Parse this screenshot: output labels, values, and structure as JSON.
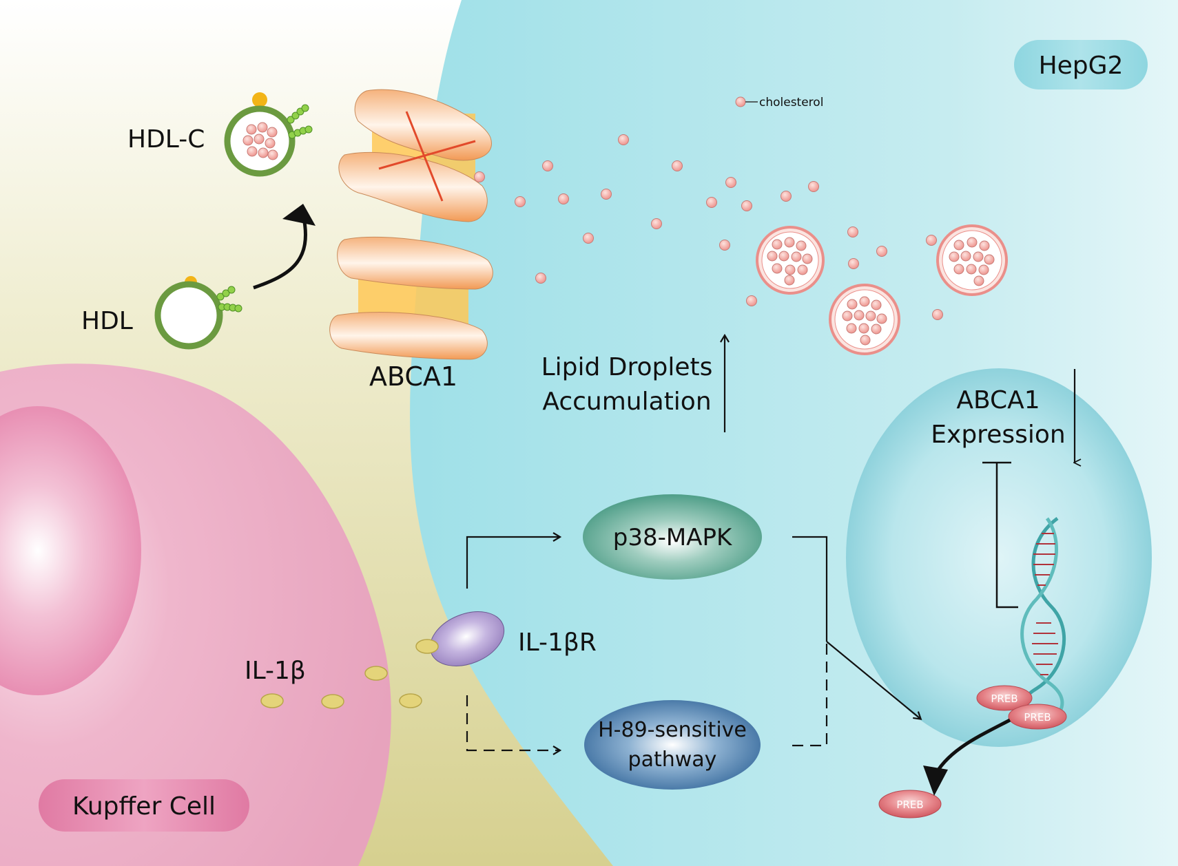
{
  "cells": {
    "hepg2": "HepG2",
    "kupffer": "Kupffer Cell"
  },
  "labels": {
    "hdl": "HDL",
    "hdl_c": "HDL-C",
    "abca1": "ABCA1",
    "cholesterol": "cholesterol",
    "lipid_line1": "Lipid Droplets",
    "lipid_line2": "Accumulation",
    "expr_line1": "ABCA1",
    "expr_line2": "Expression",
    "p38": "p38-MAPK",
    "h89_line1": "H-89-sensitive",
    "h89_line2": "pathway",
    "il1b": "IL-1β",
    "il1br": "IL-1βR",
    "preb": "PREB"
  },
  "colors": {
    "hepg2_bg": "#a9e3ea",
    "kupffer_bg": "#e9a3bf",
    "extracellular": "#dcd7a0",
    "p38": "#4f9e88",
    "h89": "#3d6fa0",
    "preb": "#d95f66",
    "cholesterol": "#f3a9a3",
    "hdl_ring": "#6b9a40",
    "abca1": "#f3a465",
    "il1b": "#e2d074",
    "receptor": "#9c86c2"
  }
}
